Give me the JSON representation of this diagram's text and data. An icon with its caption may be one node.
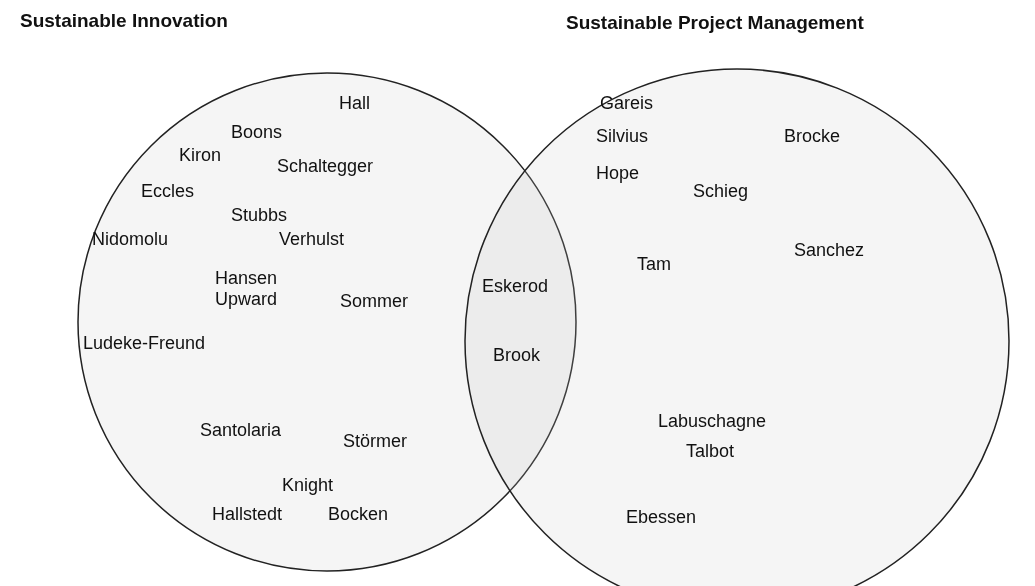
{
  "diagram": {
    "nodes": [
      {
        "text": [
          "Sustainable Innovation"
        ]
      },
      {
        "text": [
          "Sustainable Project Management"
        ]
      }
    ],
    "labels": [
      "Hall",
      "Boons",
      "Kiron",
      "Schaltegger",
      "Eccles",
      "Stubbs",
      "Nidomolu",
      "Verhulst",
      "Hansen",
      "Upward",
      "Sommer",
      "Ludeke-Freund",
      "Santolaria",
      "Störmer",
      "Knight",
      "Hallstedt",
      "Bocken",
      "Eskerod",
      "Brook",
      "Gareis",
      "Silvius",
      "Brocke",
      "Hope",
      "Schieg",
      "Tam",
      "Sanchez",
      "Labuschagne",
      "Talbot",
      "Ebessen"
    ]
  }
}
